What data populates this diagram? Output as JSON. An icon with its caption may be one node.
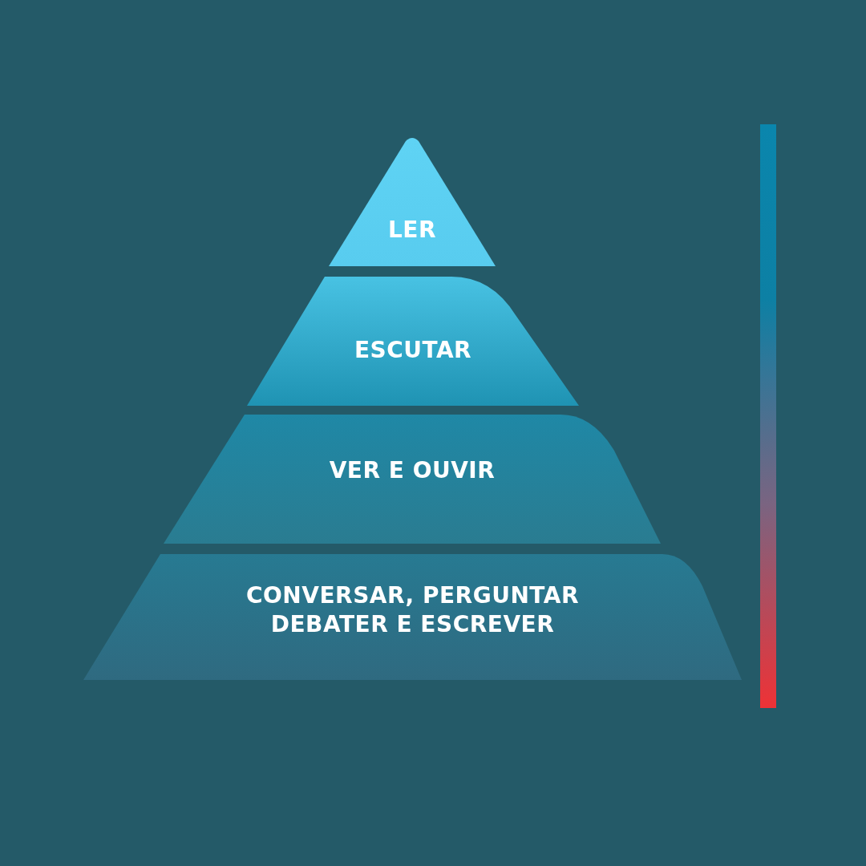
{
  "diagram": {
    "nodes": [
      {
        "text": [
          "LER"
        ]
      },
      {
        "text": [
          "ESCUTAR"
        ]
      },
      {
        "text": [
          "VER E OUVIR"
        ]
      },
      {
        "text": [
          "CONVERSAR, PERGUNTAR DEBATER E ESCREVER"
        ]
      },
      {
        "text": [],
        "shape": "bar"
      }
    ]
  }
}
